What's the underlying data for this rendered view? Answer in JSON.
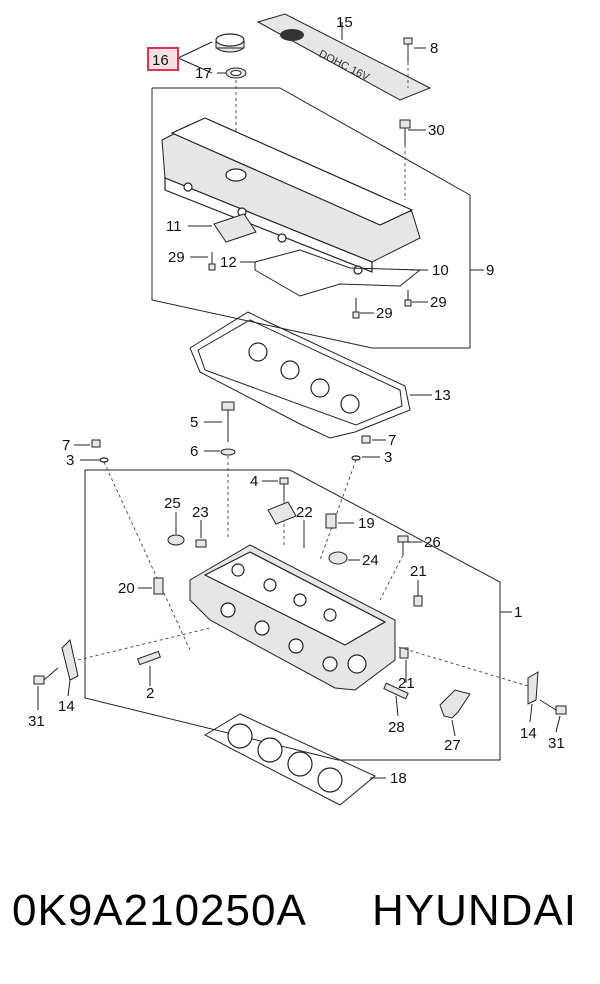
{
  "diagram": {
    "callouts": {
      "c16": "16",
      "c17": "17",
      "c15": "15",
      "c8": "8",
      "c30": "30",
      "c11": "11",
      "c29a": "29",
      "c12": "12",
      "c10": "10",
      "c9": "9",
      "c29b": "29",
      "c29c": "29",
      "c13": "13",
      "c5": "5",
      "c6": "6",
      "c7a": "7",
      "c3a": "3",
      "c7b": "7",
      "c3b": "3",
      "c4": "4",
      "c25": "25",
      "c23": "23",
      "c22": "22",
      "c19": "19",
      "c26": "26",
      "c24": "24",
      "c20": "20",
      "c21a": "21",
      "c1": "1",
      "c21b": "21",
      "c2": "2",
      "c31a": "31",
      "c14a": "14",
      "c28": "28",
      "c27": "27",
      "c14b": "14",
      "c31b": "31",
      "c18": "18"
    },
    "highlight_color": "#e0324a"
  },
  "footer": {
    "part_number": "0K9A210250A",
    "brand": "HYUNDAI"
  }
}
